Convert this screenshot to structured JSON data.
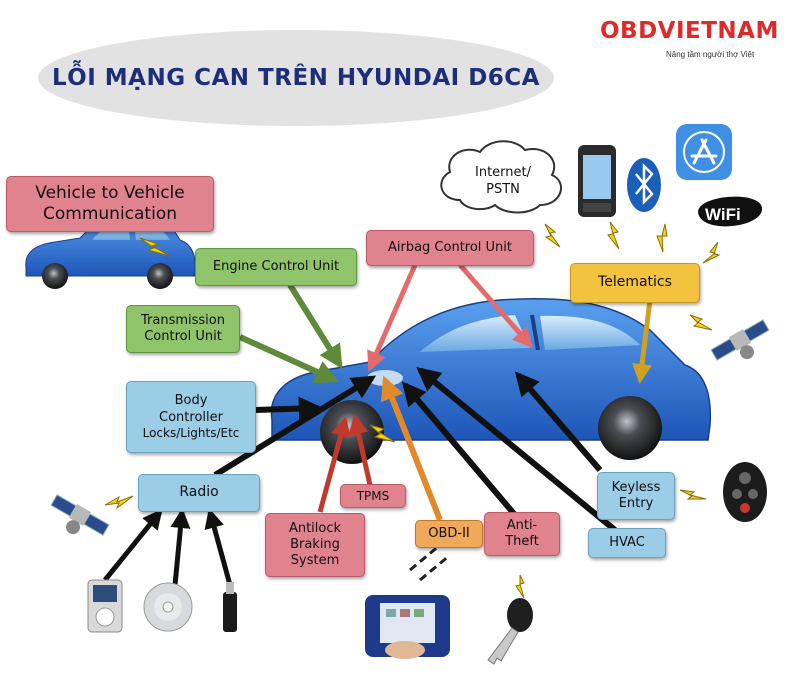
{
  "header": {
    "title": "LỖI MẠNG CAN TRÊN HYUNDAI D6CA",
    "logo_text": "OBDVIETNAM",
    "logo_tagline": "Nâng tầm người thợ Việt"
  },
  "nodes": {
    "v2v": "Vehicle to Vehicle Communication",
    "ecu": "Engine Control Unit",
    "tcu": "Transmission Control Unit",
    "bcm_title": "Body Controller",
    "bcm_sub": "Locks/Lights/Etc",
    "radio": "Radio",
    "airbag": "Airbag Control Unit",
    "telematics": "Telematics",
    "internet": "Internet/ PSTN",
    "tpms": "TPMS",
    "abs": "Antilock Braking System",
    "obd": "OBD-II",
    "antitheft": "Anti- Theft",
    "keyless": "Keyless Entry",
    "hvac": "HVAC",
    "wifi": "WiFi"
  },
  "icons": [
    "car-icon",
    "satellite-icon",
    "bluetooth-icon",
    "phone-icon",
    "app-store-icon",
    "wifi-icon",
    "keyfob-icon",
    "key-icon",
    "ipod-icon",
    "cd-icon",
    "usb-icon",
    "scan-tool-icon",
    "lightning-icon",
    "cloud-icon"
  ],
  "colors": {
    "red_box": "#e0838e",
    "green_box": "#8fc46a",
    "blue_box": "#9ccde6",
    "orange_box": "#f0a85a",
    "yellow_box": "#f3c340",
    "title_text": "#1d2f7a",
    "logo_red": "#e02a2a",
    "car_blue": "#2f6fd0"
  }
}
